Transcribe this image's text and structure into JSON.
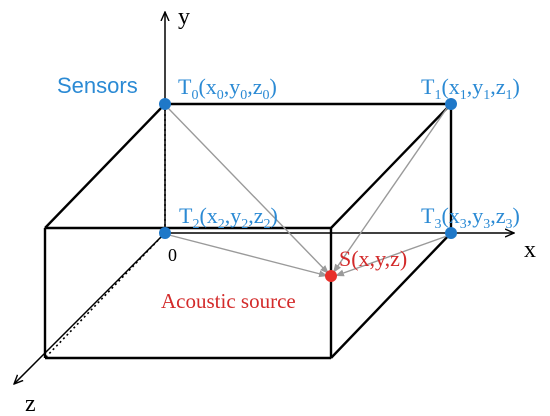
{
  "axes": {
    "x_label": "x",
    "y_label": "y",
    "z_label": "z",
    "origin_label": "0"
  },
  "labels": {
    "sensors": "Sensors",
    "acoustic_source": "Acoustic source",
    "source_point": "S(x,y,z)"
  },
  "sensor_points": [
    {
      "base": "T",
      "index": "0",
      "coords": [
        "x",
        "0",
        "y",
        "0",
        "z",
        "0"
      ]
    },
    {
      "base": "T",
      "index": "1",
      "coords": [
        "x",
        "1",
        "y",
        "1",
        "z",
        "1"
      ]
    },
    {
      "base": "T",
      "index": "2",
      "coords": [
        "x",
        "2",
        "y",
        "2",
        "z",
        "2"
      ]
    },
    {
      "base": "T",
      "index": "3",
      "coords": [
        "x",
        "3",
        "y",
        "3",
        "z",
        "3"
      ]
    }
  ],
  "colors": {
    "sensor": "#1f78c8",
    "source": "#e8302a",
    "sensor_text": "#2b8ad4",
    "source_text": "#d32a2a",
    "line": "#000000",
    "arrow": "#999999"
  }
}
